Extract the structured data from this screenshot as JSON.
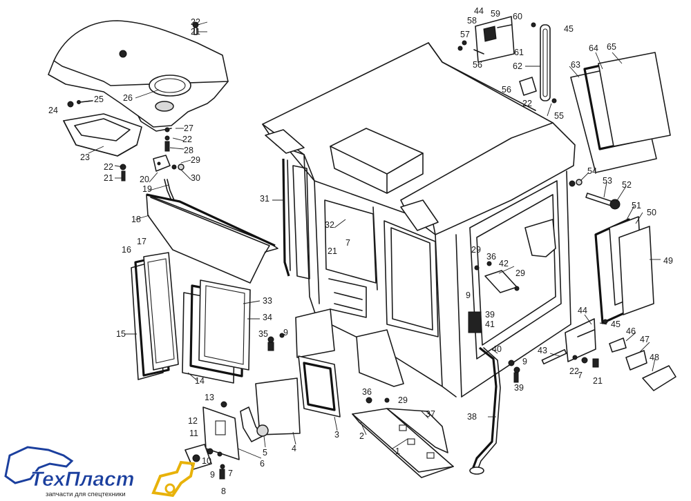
{
  "logo": {
    "brand": "ТехПласт",
    "tagline": "запчасти для спецтехники",
    "accent_color": "#e8b20a",
    "brand_color": "#1b3f9e"
  },
  "labels": [
    "1",
    "2",
    "3",
    "4",
    "5",
    "6",
    "7",
    "8",
    "9",
    "10",
    "11",
    "12",
    "13",
    "14",
    "15",
    "16",
    "17",
    "18",
    "19",
    "20",
    "21",
    "22",
    "23",
    "24",
    "25",
    "26",
    "27",
    "28",
    "29",
    "30",
    "31",
    "32",
    "33",
    "34",
    "35",
    "36",
    "37",
    "38",
    "39",
    "40",
    "41",
    "42",
    "43",
    "44",
    "45",
    "46",
    "47",
    "48",
    "49",
    "50",
    "51",
    "52",
    "53",
    "54",
    "55",
    "56",
    "57",
    "58",
    "59",
    "60",
    "61",
    "62",
    "63",
    "64",
    "65"
  ]
}
